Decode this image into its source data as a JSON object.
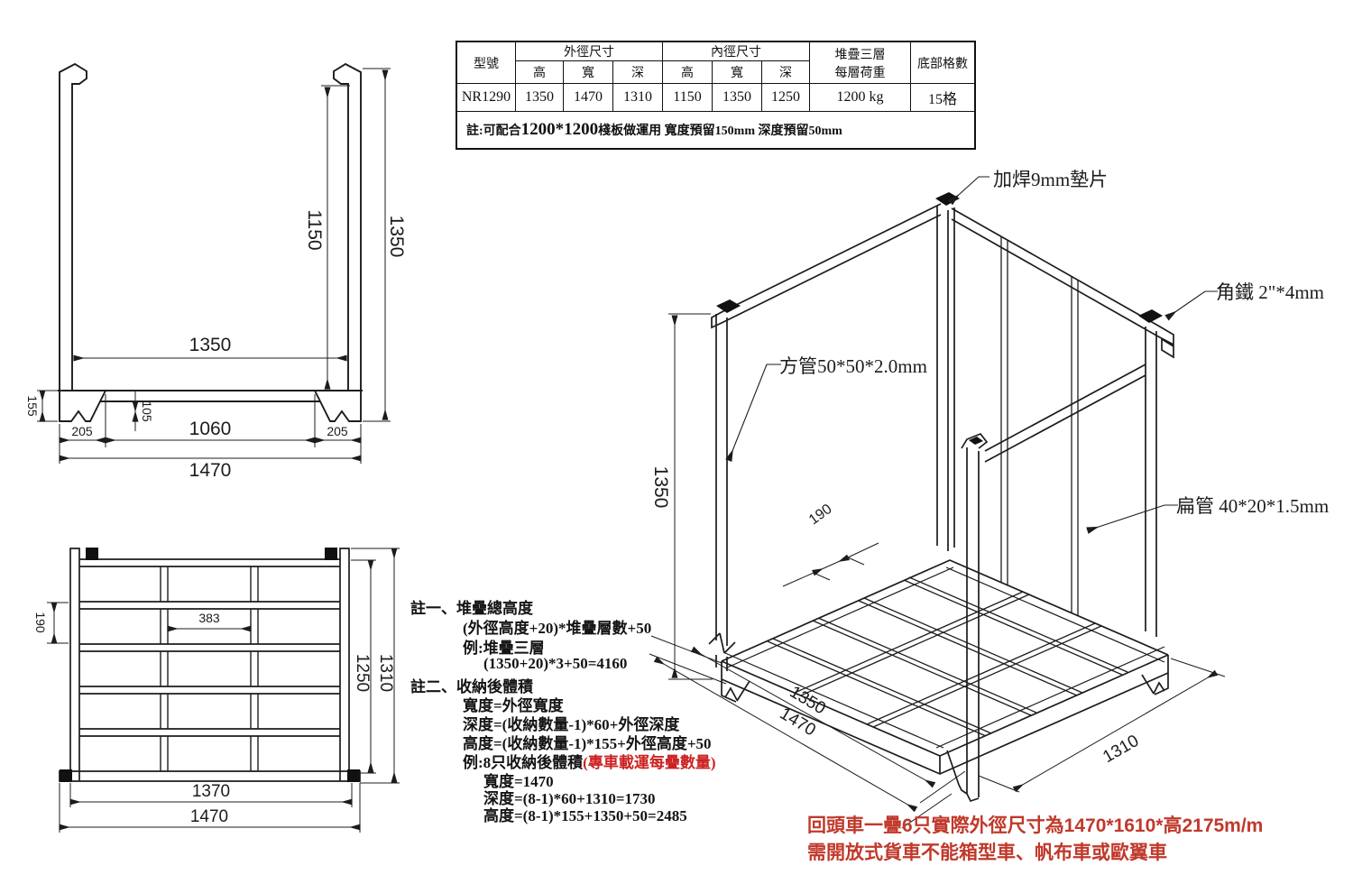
{
  "table": {
    "col_model": "型號",
    "col_outer": "外徑尺寸",
    "col_inner": "內徑尺寸",
    "col_h": "高",
    "col_w": "寬",
    "col_d": "深",
    "col_load_l1": "堆疊三層",
    "col_load_l2": "每層荷重",
    "col_grid": "底部格數",
    "model": "NR1290",
    "outer_h": "1350",
    "outer_w": "1470",
    "outer_d": "1310",
    "inner_h": "1150",
    "inner_w": "1350",
    "inner_d": "1250",
    "load": "1200 kg",
    "grid": "15格",
    "note_prefix": "註:可配合",
    "note_bold": "1200*1200",
    "note_suffix": "棧板做運用  寬度預留150mm 深度預留50mm"
  },
  "front_view": {
    "dim_inner_height": "1150",
    "dim_outer_height": "1350",
    "dim_inner_width": "1350",
    "dim_bottom_inner": "1060",
    "dim_foot_left": "205",
    "dim_foot_right": "205",
    "dim_total_width": "1470",
    "dim_base_height": "155",
    "dim_foot_height": "105"
  },
  "top_view": {
    "dim_slat_pitch": "190",
    "dim_center_span": "383",
    "dim_inner_depth": "1250",
    "dim_outer_depth": "1310",
    "dim_inner_width": "1370",
    "dim_outer_width": "1470"
  },
  "iso_view": {
    "label_weld_pad": "加焊9mm墊片",
    "label_angle_iron": "角鐵 2\"*4mm",
    "label_square_tube": "方管50*50*2.0mm",
    "label_flat_tube": "扁管 40*20*1.5mm",
    "dim_height": "1350",
    "dim_slat_gap": "190",
    "dim_inner_width": "1350",
    "dim_outer_width": "1470",
    "dim_depth": "1310"
  },
  "notes": {
    "n1_title": "註一、堆疊總高度",
    "n1_formula": "(外徑高度+20)*堆疊層數+50",
    "n1_example": "例:堆疊三層",
    "n1_calc": "(1350+20)*3+50=4160",
    "n2_title": "註二、收納後體積",
    "n2_width": "寬度=外徑寬度",
    "n2_depth": "深度=(收納數量-1)*60+外徑深度",
    "n2_height": "高度=(收納數量-1)*155+外徑高度+50",
    "n2_example": "例:8只收納後體積",
    "n2_example_red": "(專車載運每疊數量)",
    "n2_calc_w": "寬度=1470",
    "n2_calc_d": "深度=(8-1)*60+1310=1730",
    "n2_calc_h": "高度=(8-1)*155+1350+50=2485"
  },
  "warning": {
    "line1": "回頭車一疊6只實際外徑尺寸為1470*1610*高2175m/m",
    "line2": "需開放式貨車不能箱型車、帆布車或歐翼車"
  },
  "colors": {
    "line": "#1c1c1c",
    "note_red": "#cc2222",
    "warning_red": "#c0392b"
  }
}
